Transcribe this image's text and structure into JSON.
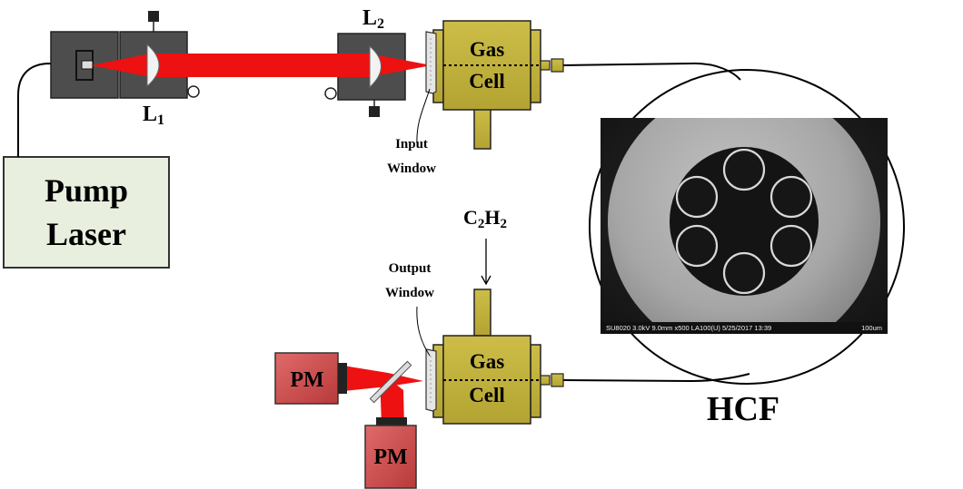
{
  "labels": {
    "pump_laser_line1": "Pump",
    "pump_laser_line2": "Laser",
    "lens1_main": "L",
    "lens1_sub": "1",
    "lens2_main": "L",
    "lens2_sub": "2",
    "gas_cell_top_line1": "Gas",
    "gas_cell_top_line2": "Cell",
    "gas_cell_bottom_line1": "Gas",
    "gas_cell_bottom_line2": "Cell",
    "input_window_line1": "Input",
    "input_window_line2": "Window",
    "output_window_line1": "Output",
    "output_window_line2": "Window",
    "gas_c": "C",
    "gas_sub1": "2",
    "gas_h": "H",
    "gas_sub2": "2",
    "pm_right": "PM",
    "pm_bottom": "PM",
    "hcf": "HCF"
  },
  "sem_image": {
    "caption_left": "SU8020 3.0kV 9.0mm x500 LA100(U) 5/25/2017 13:39",
    "caption_right": "100um"
  },
  "colors": {
    "beam": "#ee1111",
    "gas_cell": "#c4b43c",
    "mount": "#4a4a4a",
    "pump_box": "#e8efdf",
    "power_meter": "#d65a5a"
  }
}
